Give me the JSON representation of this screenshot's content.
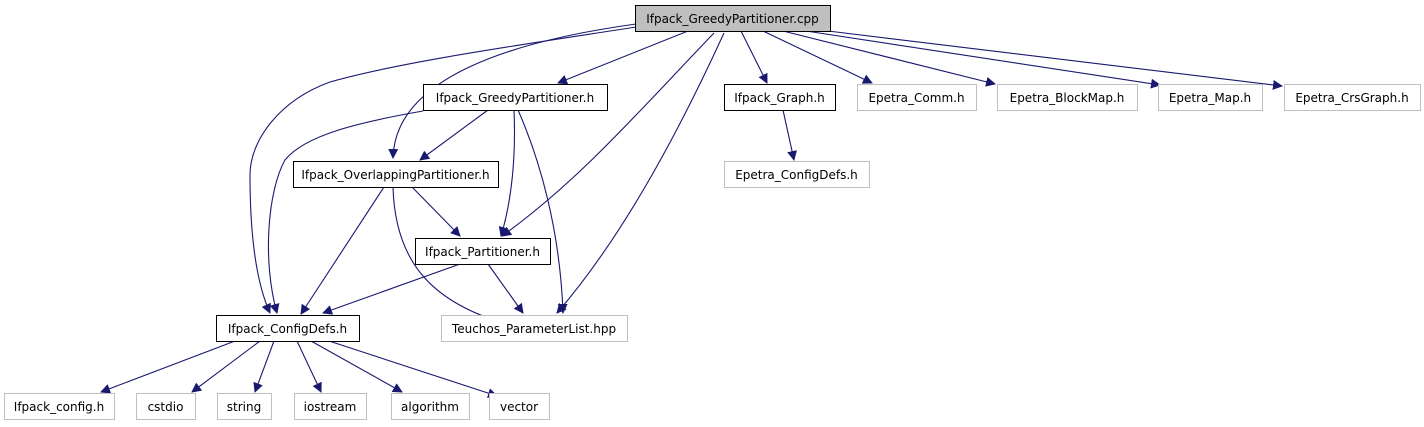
{
  "colors": {
    "edge": "#191970",
    "root_fill": "#bfbfbf",
    "external_border": "#bfbfbf",
    "documented_border": "#000000"
  },
  "nodes": [
    {
      "id": "root",
      "label": "Ifpack_GreedyPartitioner.cpp",
      "kind": "root"
    },
    {
      "id": "greedy_h",
      "label": "Ifpack_GreedyPartitioner.h",
      "kind": "doc"
    },
    {
      "id": "graph_h",
      "label": "Ifpack_Graph.h",
      "kind": "doc"
    },
    {
      "id": "epetra_comm",
      "label": "Epetra_Comm.h",
      "kind": "ext"
    },
    {
      "id": "epetra_blockmap",
      "label": "Epetra_BlockMap.h",
      "kind": "ext"
    },
    {
      "id": "epetra_map",
      "label": "Epetra_Map.h",
      "kind": "ext"
    },
    {
      "id": "epetra_crsgraph",
      "label": "Epetra_CrsGraph.h",
      "kind": "ext"
    },
    {
      "id": "overlapping_h",
      "label": "Ifpack_OverlappingPartitioner.h",
      "kind": "doc"
    },
    {
      "id": "epetra_configdefs",
      "label": "Epetra_ConfigDefs.h",
      "kind": "ext"
    },
    {
      "id": "partitioner_h",
      "label": "Ifpack_Partitioner.h",
      "kind": "doc"
    },
    {
      "id": "configdefs_h",
      "label": "Ifpack_ConfigDefs.h",
      "kind": "doc"
    },
    {
      "id": "teuchos_pl",
      "label": "Teuchos_ParameterList.hpp",
      "kind": "ext"
    },
    {
      "id": "ifpack_config",
      "label": "Ifpack_config.h",
      "kind": "ext"
    },
    {
      "id": "cstdio",
      "label": "cstdio",
      "kind": "ext"
    },
    {
      "id": "string",
      "label": "string",
      "kind": "ext"
    },
    {
      "id": "iostream",
      "label": "iostream",
      "kind": "ext"
    },
    {
      "id": "algorithm",
      "label": "algorithm",
      "kind": "ext"
    },
    {
      "id": "vector",
      "label": "vector",
      "kind": "ext"
    }
  ],
  "edges": [
    {
      "from": "root",
      "to": "greedy_h"
    },
    {
      "from": "root",
      "to": "graph_h"
    },
    {
      "from": "root",
      "to": "epetra_comm"
    },
    {
      "from": "root",
      "to": "epetra_blockmap"
    },
    {
      "from": "root",
      "to": "epetra_map"
    },
    {
      "from": "root",
      "to": "epetra_crsgraph"
    },
    {
      "from": "root",
      "to": "overlapping_h"
    },
    {
      "from": "root",
      "to": "partitioner_h"
    },
    {
      "from": "root",
      "to": "configdefs_h"
    },
    {
      "from": "root",
      "to": "teuchos_pl"
    },
    {
      "from": "greedy_h",
      "to": "overlapping_h"
    },
    {
      "from": "greedy_h",
      "to": "partitioner_h"
    },
    {
      "from": "greedy_h",
      "to": "configdefs_h"
    },
    {
      "from": "greedy_h",
      "to": "teuchos_pl"
    },
    {
      "from": "graph_h",
      "to": "epetra_configdefs"
    },
    {
      "from": "overlapping_h",
      "to": "partitioner_h"
    },
    {
      "from": "overlapping_h",
      "to": "configdefs_h"
    },
    {
      "from": "overlapping_h",
      "to": "teuchos_pl"
    },
    {
      "from": "partitioner_h",
      "to": "configdefs_h"
    },
    {
      "from": "partitioner_h",
      "to": "teuchos_pl"
    },
    {
      "from": "configdefs_h",
      "to": "ifpack_config"
    },
    {
      "from": "configdefs_h",
      "to": "cstdio"
    },
    {
      "from": "configdefs_h",
      "to": "string"
    },
    {
      "from": "configdefs_h",
      "to": "iostream"
    },
    {
      "from": "configdefs_h",
      "to": "algorithm"
    },
    {
      "from": "configdefs_h",
      "to": "vector"
    }
  ]
}
